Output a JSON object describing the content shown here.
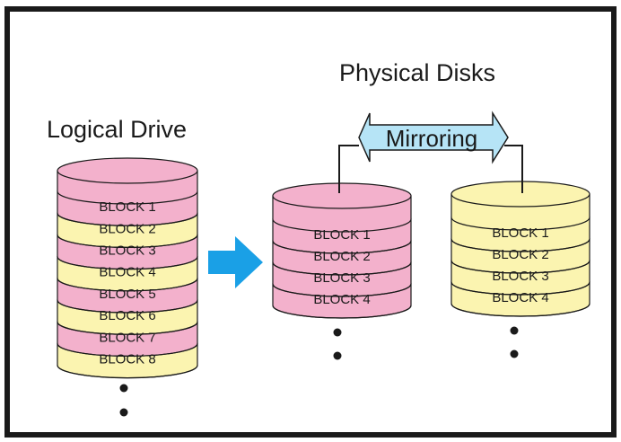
{
  "logical_drive": {
    "title": "Logical Drive",
    "blocks": [
      "BLOCK 1",
      "BLOCK 2",
      "BLOCK 3",
      "BLOCK 4",
      "BLOCK 5",
      "BLOCK 6",
      "BLOCK 7",
      "BLOCK 8"
    ]
  },
  "physical_disks": {
    "title": "Physical Disks",
    "link_label": "Mirroring",
    "disks": [
      {
        "blocks": [
          "BLOCK 1",
          "BLOCK 2",
          "BLOCK 3",
          "BLOCK 4"
        ]
      },
      {
        "blocks": [
          "BLOCK 1",
          "BLOCK 2",
          "BLOCK 3",
          "BLOCK 4"
        ]
      }
    ]
  },
  "colors": {
    "pink": "#f3b1cc",
    "pink_dark": "#e58eb2",
    "yellow": "#fbf4b0",
    "yellow_dark": "#eee08a",
    "arrow_blue": "#1aa0e6",
    "mirror_fill": "#b6e4f6",
    "frame": "#1a1a1a"
  }
}
